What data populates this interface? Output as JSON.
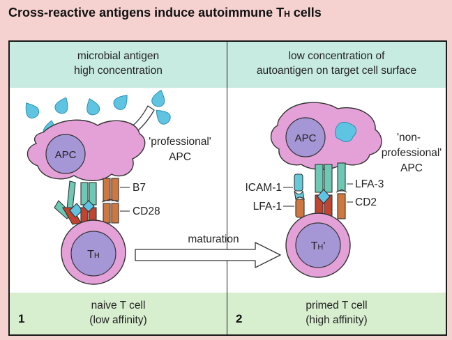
{
  "title": {
    "main": "Cross-reactive antigens induce autoimmune T",
    "sub": "H",
    "end": " cells"
  },
  "panels": [
    {
      "number": "1",
      "header": [
        "microbial antigen",
        "high concentration"
      ],
      "footer": [
        "naive T cell",
        "(low affinity)"
      ],
      "apc_label": "APC",
      "apc_type": [
        "'professional'",
        "APC"
      ],
      "tcell_label": {
        "main": "T",
        "sub": "H"
      },
      "molecules": [
        "B7",
        "CD28"
      ]
    },
    {
      "number": "2",
      "header": [
        "low concentration of",
        "autoantigen on target cell surface"
      ],
      "footer": [
        "primed T cell",
        "(high affinity)"
      ],
      "apc_label": "APC",
      "apc_type": [
        "'non-",
        "professional'",
        "APC"
      ],
      "tcell_label": {
        "main": "T",
        "sub": "H",
        "prime": "'"
      },
      "molecules": [
        "ICAM-1",
        "LFA-1",
        "LFA-3",
        "CD2"
      ]
    }
  ],
  "arrow_label": "maturation",
  "colors": {
    "background": "#f5d2d0",
    "apc": "#e4a1d8",
    "nucleus": "#a596d6",
    "antigen": "#5ec4e2",
    "mhc_teal": "#6dc8b4",
    "tcr_red": "#c14430",
    "costim_orange": "#cf7740",
    "adhesion_cyan": "#65c9d8"
  }
}
